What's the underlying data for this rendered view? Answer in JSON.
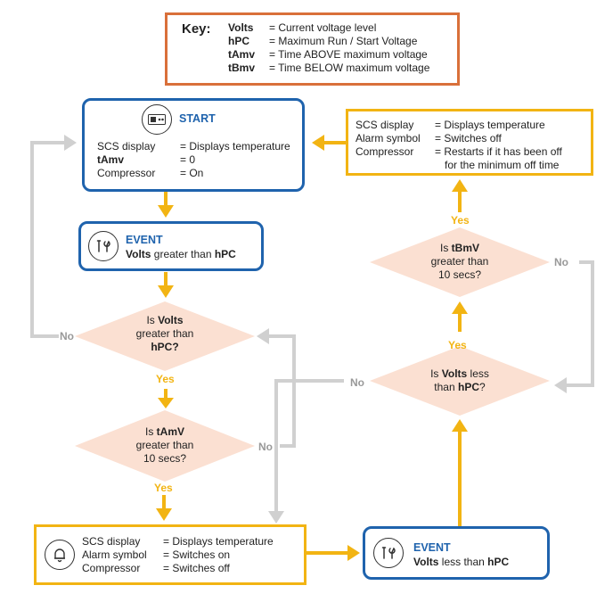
{
  "key": {
    "title": "Key:",
    "rows": [
      {
        "term": "Volts",
        "def": "= Current voltage level"
      },
      {
        "term": "hPC",
        "def": "= Maximum Run / Start Voltage"
      },
      {
        "term": "tAmv",
        "def": "= Time ABOVE maximum voltage"
      },
      {
        "term": "tBmv",
        "def": "= Time BELOW maximum voltage"
      }
    ]
  },
  "start": {
    "title": "START",
    "icon": "controller-icon",
    "rows": [
      {
        "label": "SCS display",
        "value": "= Displays temperature"
      },
      {
        "label": "tAmv",
        "value": "= 0"
      },
      {
        "label": "Compressor",
        "value": "= On"
      }
    ]
  },
  "event1": {
    "title": "EVENT",
    "icon": "tools-icon",
    "bold": "Volts",
    "rest": " greater than ",
    "bold2": "hPC"
  },
  "decision1": {
    "l1a": "Is ",
    "l1b": "Volts",
    "l2": "greater than",
    "l3": "hPC?"
  },
  "decision2": {
    "l1a": "Is ",
    "l1b": "tAmV",
    "l2": "greater than",
    "l3": "10 secs?"
  },
  "action1": {
    "icon": "bell-icon",
    "rows": [
      {
        "label": "SCS display",
        "value": "= Displays temperature"
      },
      {
        "label": "Alarm symbol",
        "value": "= Switches on"
      },
      {
        "label": "Compressor",
        "value": "= Switches off"
      }
    ]
  },
  "event2": {
    "title": "EVENT",
    "icon": "tools-icon",
    "bold": "Volts",
    "rest": " less than ",
    "bold2": "hPC"
  },
  "decision3": {
    "l1a": "Is ",
    "l1b": "Volts",
    "l1c": " less",
    "l2a": "than ",
    "l2b": "hPC",
    "l2c": "?"
  },
  "decision4": {
    "l1a": "Is ",
    "l1b": "tBmV",
    "l2": "greater than",
    "l3": "10 secs?"
  },
  "action2": {
    "rows": [
      {
        "label": "SCS display",
        "value": "= Displays temperature"
      },
      {
        "label": "Alarm symbol",
        "value": "= Switches off"
      },
      {
        "label": "Compressor",
        "value": "= Restarts if it has been off"
      }
    ],
    "extra": "for the minimum off time"
  },
  "labels": {
    "yes": "Yes",
    "no": "No"
  },
  "colors": {
    "blue": "#1f63ad",
    "gold": "#f2b413",
    "orange": "#d9703a",
    "diamond": "#fbe0d2",
    "grey_line": "#d0d0d0"
  }
}
